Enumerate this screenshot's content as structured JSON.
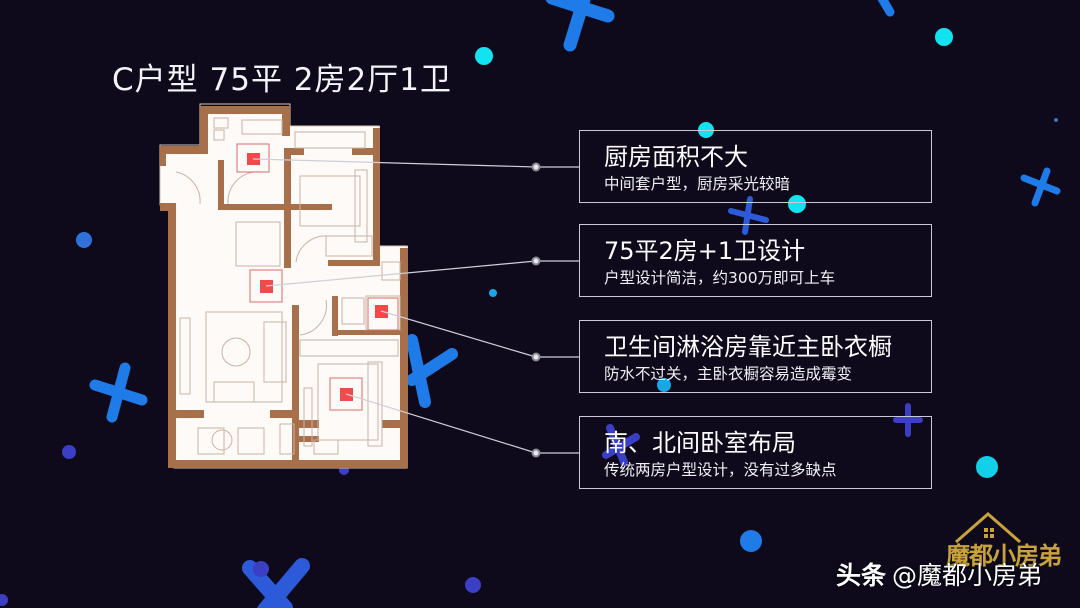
{
  "title": "C户型 75平 2房2厅1卫",
  "cards": [
    {
      "heading": "厨房面积不大",
      "subtext": "中间套户型，厨房采光较暗"
    },
    {
      "heading": "75平2房+1卫设计",
      "subtext": "户型设计简洁，约300万即可上车"
    },
    {
      "heading": "卫生间淋浴房靠近主卧衣橱",
      "subtext": "防水不过关，主卧衣橱容易造成霉变"
    },
    {
      "heading": "南、北间卧室布局",
      "subtext": "传统两房户型设计，没有过多缺点"
    }
  ],
  "watermark": {
    "platform": "头条",
    "handle": "@魔都小房弟"
  },
  "logo": {
    "text": "魔都小房弟"
  },
  "colors": {
    "background": "#0e0a1c",
    "wall": "#a8704a",
    "marker": "#f04a4a",
    "cyan_dot": "#12e3f0",
    "blue_cross": "#1f7be8",
    "indigo": "#3b3fc4",
    "card_border": "#c9c9d4",
    "logo_gold": "#c9a23a"
  }
}
